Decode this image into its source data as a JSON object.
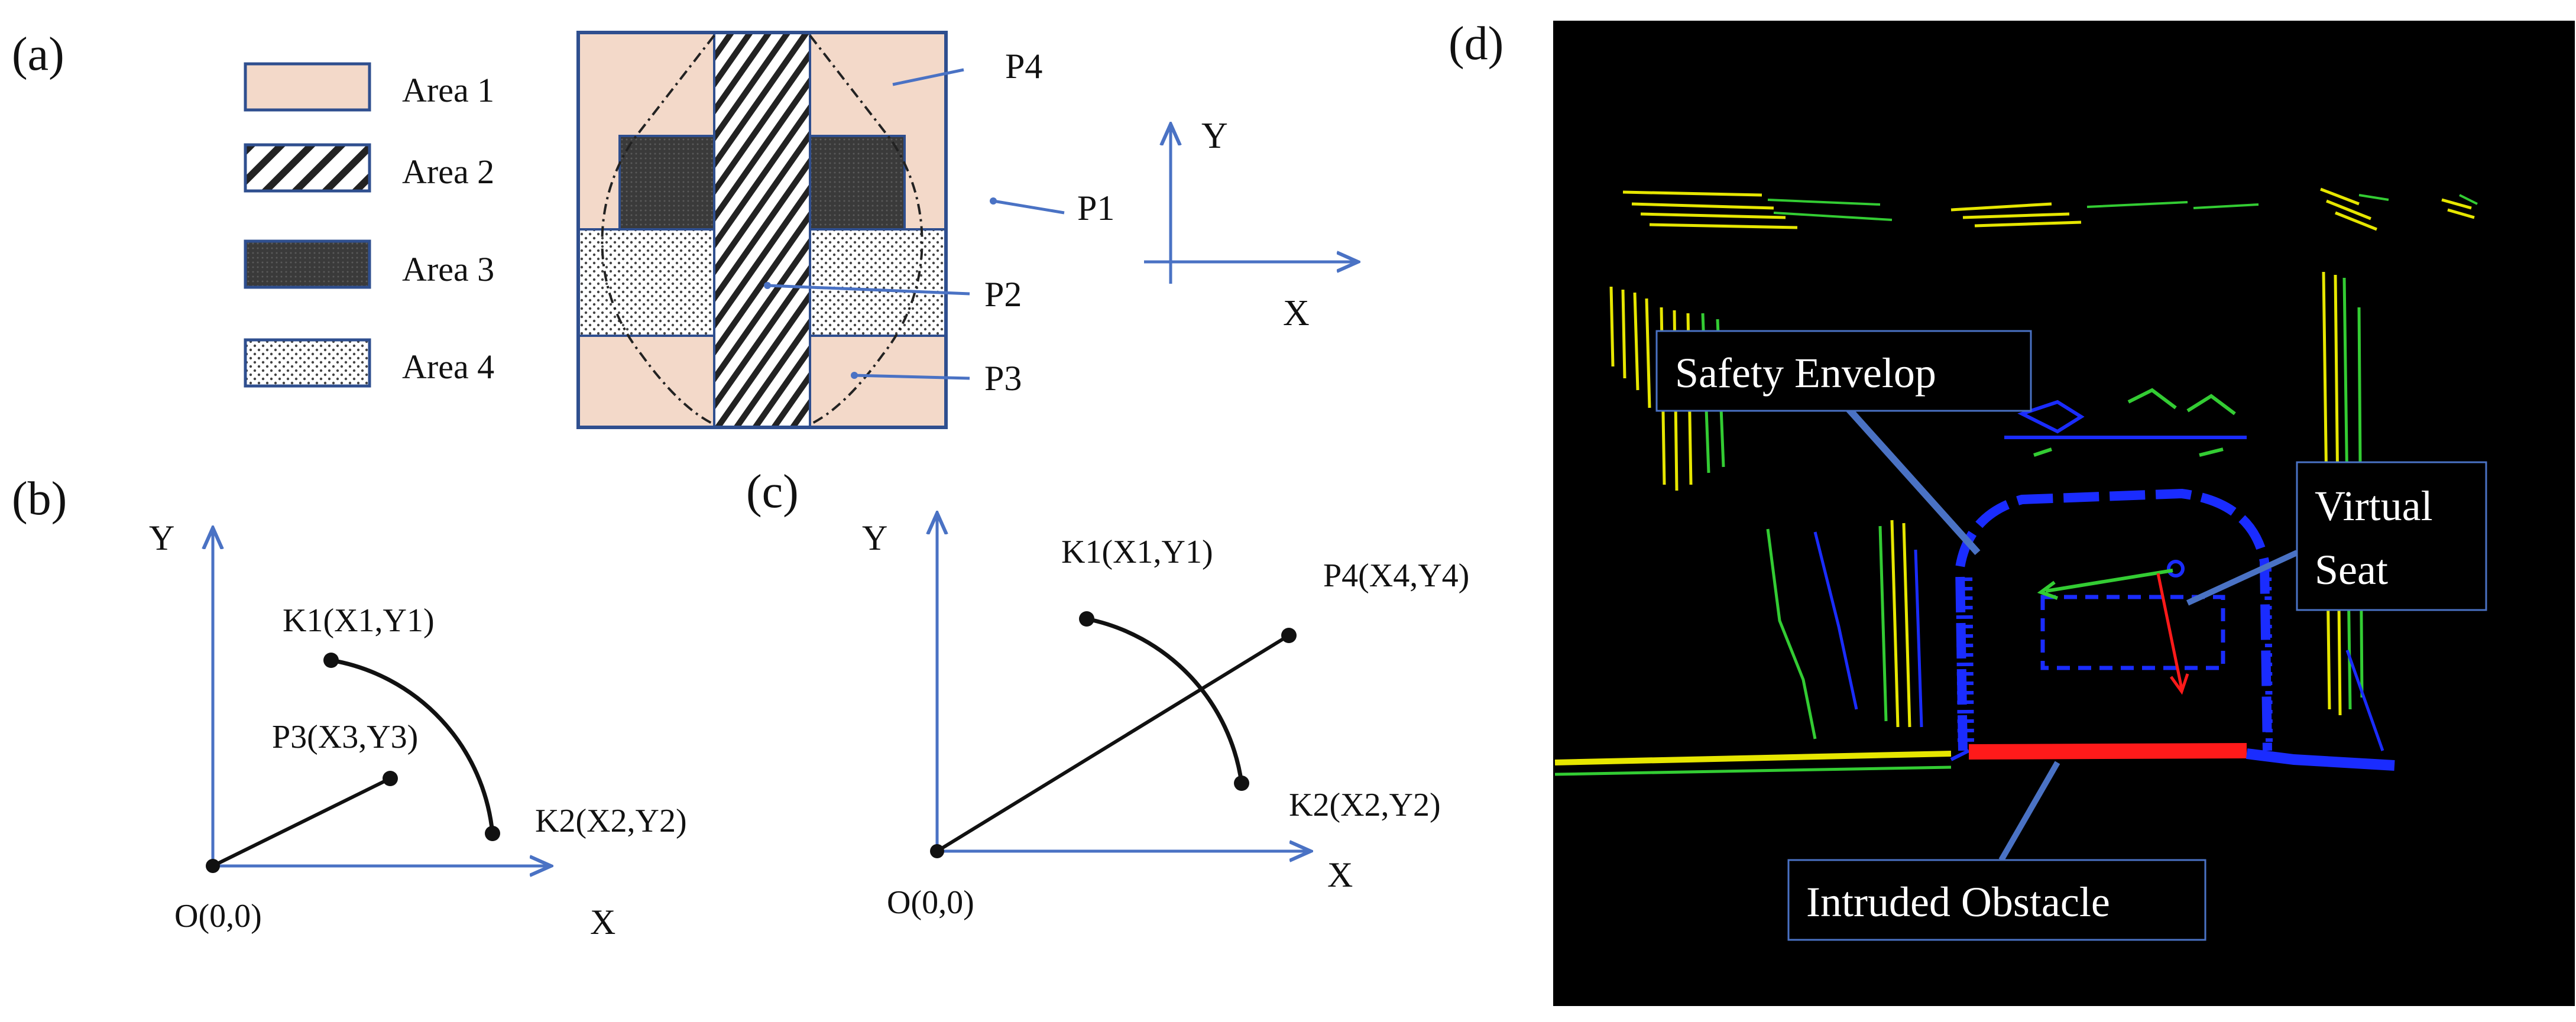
{
  "panels": {
    "a": {
      "tag": "(a)",
      "legend": [
        "Area 1",
        "Area 2",
        "Area 3",
        "Area 4"
      ],
      "labels": {
        "p1": "P1",
        "p2": "P2",
        "p3": "P3",
        "p4": "P4"
      },
      "axes": {
        "x": "X",
        "y": "Y"
      }
    },
    "b": {
      "tag": "(b)",
      "axes": {
        "x": "X",
        "y": "Y"
      },
      "points": {
        "origin": "O(0,0)",
        "k1": "K1(X1,Y1)",
        "k2": "K2(X2,Y2)",
        "p3": "P3(X3,Y3)"
      }
    },
    "c": {
      "tag": "(c)",
      "axes": {
        "x": "X",
        "y": "Y"
      },
      "points": {
        "origin": "O(0,0)",
        "k1": "K1(X1,Y1)",
        "k2": "K2(X2,Y2)",
        "p4": "P4(X4,Y4)"
      }
    },
    "d": {
      "tag": "(d)",
      "callouts": {
        "safety": "Safety Envelop",
        "seat_line1": "Virtual",
        "seat_line2": "Seat",
        "obstacle": "Intruded Obstacle"
      }
    }
  },
  "colors": {
    "axis": "#4a72c4",
    "area1": "#f3d9c9",
    "border": "#2f4f8f",
    "ink": "#111111",
    "envelope": "#1a2cff",
    "obstacle": "#ff1a1a",
    "lidar_yellow": "#e6e600",
    "lidar_green": "#33cc33"
  }
}
